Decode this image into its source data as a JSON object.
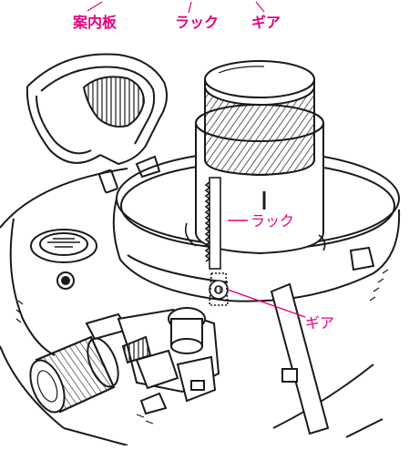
{
  "labels": {
    "guide_plate": "案内板",
    "rack_top": "ラック",
    "gear_top": "ギア",
    "rack_callout": "ラック",
    "gear_callout": "ギア"
  },
  "colors": {
    "label_text": "#e6007e",
    "leader_line": "#e6007e",
    "ink": "#1a1a1a"
  }
}
